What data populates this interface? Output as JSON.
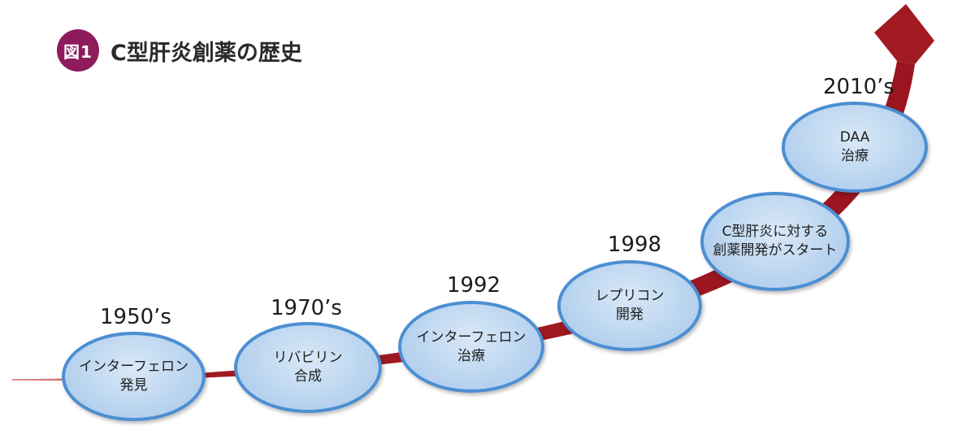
{
  "header": {
    "badge": "図1",
    "title": "C型肝炎創薬の歴史"
  },
  "milestones": [
    {
      "year": "1950’s",
      "line1": "インターフェロン",
      "line2": "発見"
    },
    {
      "year": "1970’s",
      "line1": "リバビリン",
      "line2": "合成"
    },
    {
      "year": "1992",
      "line1": "インターフェロン",
      "line2": "治療"
    },
    {
      "year": "1998",
      "line1": "レプリコン",
      "line2": "開発"
    },
    {
      "year": "",
      "line1": "C型肝炎に対する",
      "line2": "創薬開発がスタート"
    },
    {
      "year": "2010’s",
      "line1": "DAA",
      "line2": "治療"
    }
  ],
  "colors": {
    "badge": "#8e1b5c",
    "arrow": "#a11a22",
    "node_border": "#4c8ed2",
    "node_fill": "#bcd6f0"
  }
}
